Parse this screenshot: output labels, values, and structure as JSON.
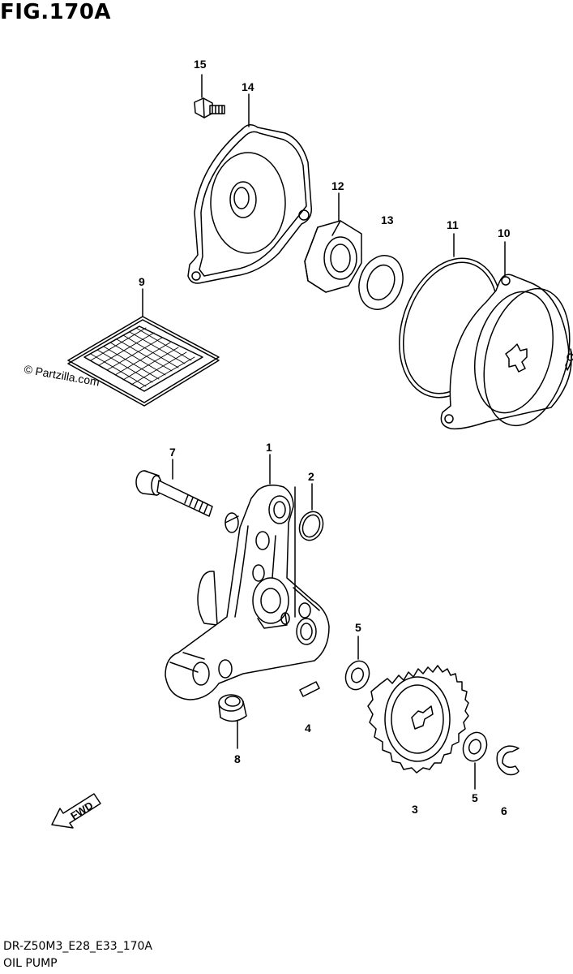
{
  "figure": {
    "title": "FIG.170A",
    "watermark": "© Partzilla.com",
    "fwd_label": "FWD",
    "code": "DR-Z50M3_E28_E33_170A",
    "name": "OIL PUMP"
  },
  "callouts": [
    {
      "id": "1",
      "text": "1"
    },
    {
      "id": "2",
      "text": "2"
    },
    {
      "id": "3",
      "text": "3"
    },
    {
      "id": "4",
      "text": "4"
    },
    {
      "id": "5a",
      "text": "5"
    },
    {
      "id": "5b",
      "text": "5"
    },
    {
      "id": "6",
      "text": "6"
    },
    {
      "id": "7",
      "text": "7"
    },
    {
      "id": "8",
      "text": "8"
    },
    {
      "id": "9",
      "text": "9"
    },
    {
      "id": "10",
      "text": "10"
    },
    {
      "id": "11",
      "text": "11"
    },
    {
      "id": "12",
      "text": "12"
    },
    {
      "id": "13",
      "text": "13"
    },
    {
      "id": "14",
      "text": "14"
    },
    {
      "id": "15",
      "text": "15"
    }
  ],
  "colors": {
    "line": "#000000",
    "background": "#ffffff"
  }
}
